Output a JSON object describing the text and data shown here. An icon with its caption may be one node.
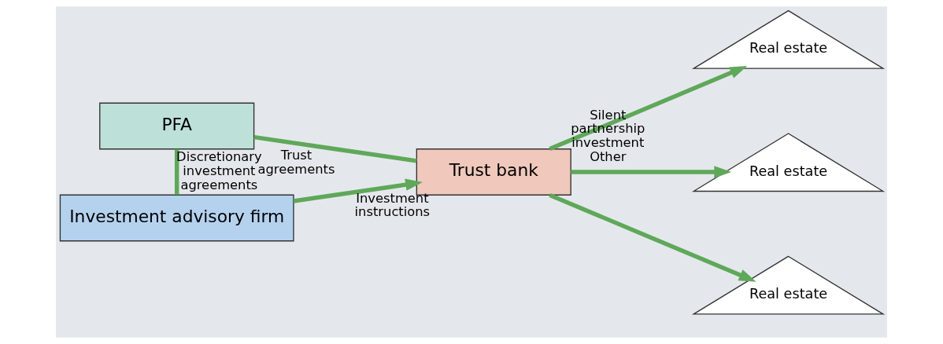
{
  "diagram": {
    "nodes": [
      {
        "text": [
          "PFA"
        ]
      },
      {
        "text": [
          "Trust bank"
        ]
      },
      {
        "text": [
          "Investment advisory firm"
        ]
      },
      {
        "text": [
          "Real estate"
        ]
      },
      {
        "text": [
          "Real estate"
        ]
      },
      {
        "text": [
          "Real estate"
        ]
      }
    ],
    "edges": [
      {
        "from": 0,
        "to": 1,
        "arrow": "none",
        "label": "Trust agreements"
      },
      {
        "from": 0,
        "to": 2,
        "arrow": "none",
        "label": "Discretionary investment agreements"
      },
      {
        "from": 2,
        "to": 1,
        "arrow": "to",
        "label": "Investment instructions"
      },
      {
        "from": 1,
        "to": 3,
        "arrow": "to",
        "label": "Silent partnership investment Other"
      },
      {
        "from": 1,
        "to": 4,
        "arrow": "to"
      },
      {
        "from": 1,
        "to": 5,
        "arrow": "to"
      }
    ]
  }
}
